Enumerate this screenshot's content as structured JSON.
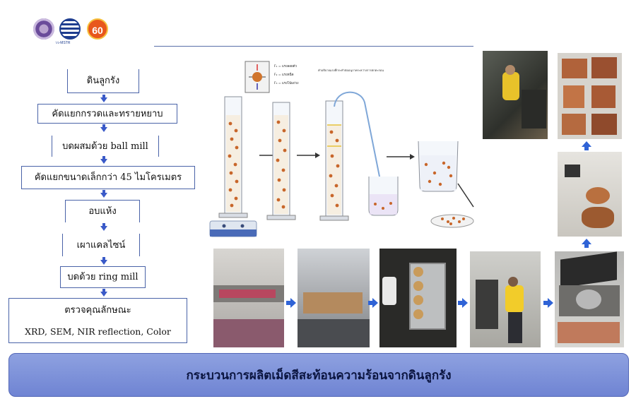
{
  "logos": {
    "logo2_text": "วว-MSTR",
    "logo3_text": "60"
  },
  "flow": {
    "steps": [
      "ดินลูกรัง",
      "คัดแยกกรวดและทรายหยาบ",
      "บดผสมด้วย ball mill",
      "คัดแยกขนาดเล็กกว่า 45 ไมโครเมตร",
      "อบแห้ง",
      "เผาแคลไซน์",
      "บดด้วย ring mill",
      "ตรวจคุณลักษณะ",
      "XRD, SEM, NIR reflection, Color"
    ]
  },
  "diagram": {
    "legend_lines": [
      "F₁ = แรงลอยตัว",
      "F₂ = แรงหนืด",
      "F₃ = แรงโน้มถ่วง"
    ],
    "legend_note": "คำอธิบายแรงที่กระทำต่ออนุภาคระหว่างการตกตะกอน"
  },
  "banner": {
    "title": "กระบวนการผลิตเม็ดสีสะท้อนความร้อนจากดินลูกรัง"
  },
  "colors": {
    "accent": "#4a63a8",
    "arrow": "#2f63d6",
    "banner": "#7b8fd8"
  }
}
